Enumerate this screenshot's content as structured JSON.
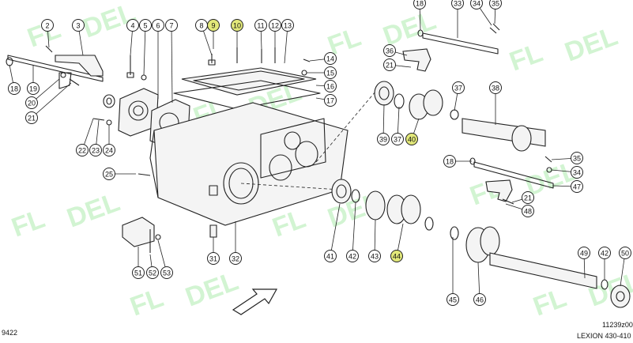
{
  "diagram": {
    "watermark_text": "FL",
    "watermark_text2": "DEL",
    "colors": {
      "callout_highlight": "#e2e87a",
      "watermark": "#7fe07f"
    },
    "callouts": [
      {
        "id": "c2",
        "label": "2",
        "hl": false
      },
      {
        "id": "c3",
        "label": "3",
        "hl": false
      },
      {
        "id": "c4",
        "label": "4",
        "hl": false
      },
      {
        "id": "c5",
        "label": "5",
        "hl": false
      },
      {
        "id": "c6",
        "label": "6",
        "hl": false
      },
      {
        "id": "c7",
        "label": "7",
        "hl": false
      },
      {
        "id": "c8",
        "label": "8",
        "hl": false
      },
      {
        "id": "c9",
        "label": "9",
        "hl": true
      },
      {
        "id": "c10",
        "label": "10",
        "hl": true
      },
      {
        "id": "c11",
        "label": "11",
        "hl": false
      },
      {
        "id": "c12",
        "label": "12",
        "hl": false
      },
      {
        "id": "c13",
        "label": "13",
        "hl": false
      },
      {
        "id": "c14",
        "label": "14",
        "hl": false
      },
      {
        "id": "c15",
        "label": "15",
        "hl": false
      },
      {
        "id": "c16",
        "label": "16",
        "hl": false
      },
      {
        "id": "c17",
        "label": "17",
        "hl": false
      },
      {
        "id": "c18a",
        "label": "18",
        "hl": false
      },
      {
        "id": "c19",
        "label": "19",
        "hl": false
      },
      {
        "id": "c20",
        "label": "20",
        "hl": false
      },
      {
        "id": "c21a",
        "label": "21",
        "hl": false
      },
      {
        "id": "c22",
        "label": "22",
        "hl": false
      },
      {
        "id": "c23",
        "label": "23",
        "hl": false
      },
      {
        "id": "c24",
        "label": "24",
        "hl": false
      },
      {
        "id": "c25",
        "label": "25",
        "hl": false
      },
      {
        "id": "c31",
        "label": "31",
        "hl": false
      },
      {
        "id": "c32",
        "label": "32",
        "hl": false
      },
      {
        "id": "c18b",
        "label": "18",
        "hl": false
      },
      {
        "id": "c33",
        "label": "33",
        "hl": false
      },
      {
        "id": "c34a",
        "label": "34",
        "hl": false
      },
      {
        "id": "c35a",
        "label": "35",
        "hl": false
      },
      {
        "id": "c36",
        "label": "36",
        "hl": false
      },
      {
        "id": "c21b",
        "label": "21",
        "hl": false
      },
      {
        "id": "c37a",
        "label": "37",
        "hl": false
      },
      {
        "id": "c38",
        "label": "38",
        "hl": false
      },
      {
        "id": "c39",
        "label": "39",
        "hl": false
      },
      {
        "id": "c37b",
        "label": "37",
        "hl": false
      },
      {
        "id": "c40",
        "label": "40",
        "hl": true
      },
      {
        "id": "c18c",
        "label": "18",
        "hl": false
      },
      {
        "id": "c35b",
        "label": "35",
        "hl": false
      },
      {
        "id": "c34b",
        "label": "34",
        "hl": false
      },
      {
        "id": "c47",
        "label": "47",
        "hl": false
      },
      {
        "id": "c21c",
        "label": "21",
        "hl": false
      },
      {
        "id": "c48",
        "label": "48",
        "hl": false
      },
      {
        "id": "c41",
        "label": "41",
        "hl": false
      },
      {
        "id": "c42a",
        "label": "42",
        "hl": false
      },
      {
        "id": "c43",
        "label": "43",
        "hl": false
      },
      {
        "id": "c44",
        "label": "44",
        "hl": true
      },
      {
        "id": "c45",
        "label": "45",
        "hl": false
      },
      {
        "id": "c46",
        "label": "46",
        "hl": false
      },
      {
        "id": "c49",
        "label": "49",
        "hl": false
      },
      {
        "id": "c42b",
        "label": "42",
        "hl": false
      },
      {
        "id": "c50",
        "label": "50",
        "hl": false
      },
      {
        "id": "c51",
        "label": "51",
        "hl": false
      },
      {
        "id": "c52",
        "label": "52",
        "hl": false
      },
      {
        "id": "c53",
        "label": "53",
        "hl": false
      }
    ],
    "footer": {
      "left_code": "9422",
      "right_code": "11239z00",
      "model": "LEXION 430-410"
    }
  }
}
